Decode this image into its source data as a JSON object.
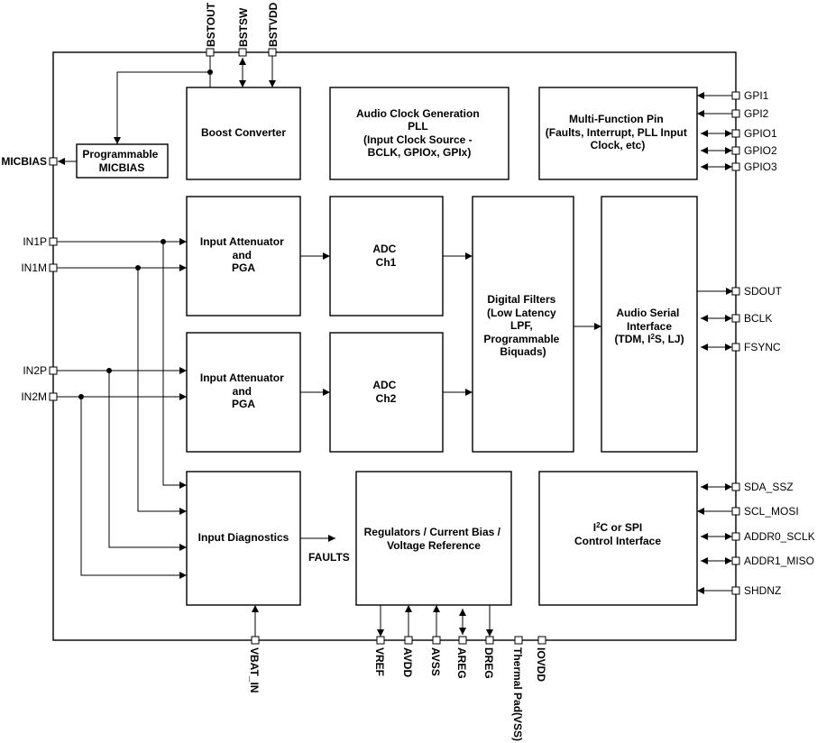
{
  "blocks": {
    "boost_converter": "Boost Converter",
    "clock_gen": [
      "Audio Clock Generation",
      "PLL",
      "(Input Clock Source -",
      "BCLK, GPIOx, GPIx)"
    ],
    "multi_function": [
      "Multi-Function Pin",
      "(Faults, Interrupt, PLL Input",
      "Clock, etc)"
    ],
    "micbias": [
      "Programmable",
      "MICBIAS"
    ],
    "attenuator_1": [
      "Input Attenuator",
      "and",
      "PGA"
    ],
    "attenuator_2": [
      "Input Attenuator",
      "and",
      "PGA"
    ],
    "adc_1": [
      "ADC",
      "Ch1"
    ],
    "adc_2": [
      "ADC",
      "Ch2"
    ],
    "digital_filters": [
      "Digital Filters",
      "(Low Latency",
      "LPF,",
      "Programmable",
      "Biquads)"
    ],
    "audio_serial": [
      "Audio Serial",
      "Interface",
      "(TDM, I",
      "2",
      "S, LJ)"
    ],
    "input_diagnostics": "Input Diagnostics",
    "regulators": [
      "Regulators / Current Bias /",
      "Voltage Reference"
    ],
    "control_interface": [
      "I",
      "2",
      "C or SPI",
      "Control Interface"
    ],
    "faults": "FAULTS"
  },
  "pins": {
    "top": [
      "BSTOUT",
      "BSTSW",
      "BSTVDD"
    ],
    "left": [
      "MICBIAS",
      "IN1P",
      "IN1M",
      "IN2P",
      "IN2M"
    ],
    "right": [
      "GPI1",
      "GPI2",
      "GPIO1",
      "GPIO2",
      "GPIO3",
      "SDOUT",
      "BCLK",
      "FSYNC",
      "SDA_SSZ",
      "SCL_MOSI",
      "ADDR0_SCLK",
      "ADDR1_MISO",
      "SHDNZ"
    ],
    "bottom": [
      "VBAT_IN",
      "VREF",
      "AVDD",
      "AVSS",
      "AREG",
      "DREG",
      "Thermal Pad(VSS)",
      "IOVDD"
    ]
  }
}
